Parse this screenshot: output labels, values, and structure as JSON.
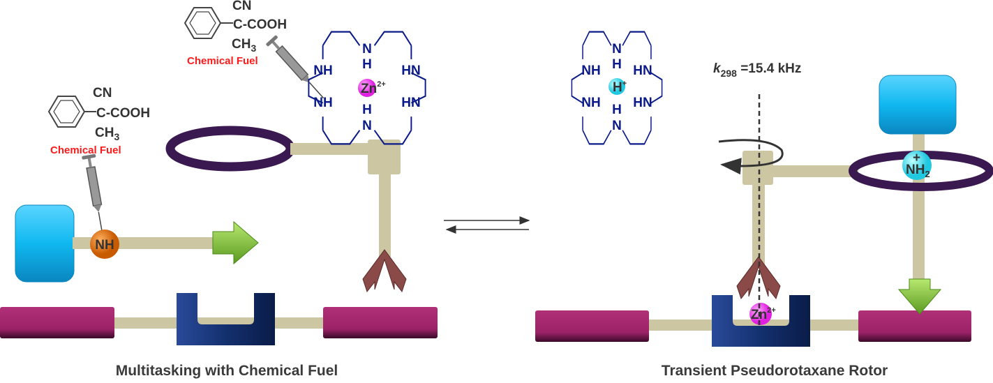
{
  "left_panel": {
    "caption": "Multitasking with Chemical Fuel",
    "fuel_lower": {
      "cn": "CN",
      "c_cooh": "C-COOH",
      "ch": "CH",
      "ch_sub": "3",
      "label": "Chemical Fuel"
    },
    "fuel_upper": {
      "cn": "CN",
      "c_cooh": "C-COOH",
      "ch": "CH",
      "ch_sub": "3",
      "label": "Chemical Fuel"
    },
    "amine_label": "NH",
    "cyclen": {
      "n_top": "N",
      "h_top": "H",
      "nh_left_top": "NH",
      "hn_right_top": "HN",
      "nh_left_bottom": "NH",
      "hn_right_bottom": "HN",
      "h_bottom": "H",
      "n_bottom": "N",
      "ion": "Zn",
      "ion_charge": "2+"
    }
  },
  "right_panel": {
    "caption": "Transient Pseudorotaxane Rotor",
    "rate": {
      "k": "k",
      "sub": "298",
      "value": " =15.4 kHz"
    },
    "ammonium": {
      "plus": "+",
      "nh": "NH",
      "sub": "2"
    },
    "bound_ion": {
      "ion": "Zn",
      "charge": "2+"
    },
    "cyclen": {
      "n_top": "N",
      "h_top": "H",
      "nh_left_top": "NH",
      "hn_right_top": "HN",
      "nh_left_bottom": "NH",
      "hn_right_bottom": "HN",
      "h_bottom": "H",
      "n_bottom": "N",
      "ion": "H",
      "ion_charge": "+"
    }
  },
  "colors": {
    "stopper": "#10b8f0",
    "ring": "#3a1850",
    "rod": "#cdc6a2",
    "track": "#9c2268",
    "station": "#13306e",
    "arrow": "#8cc63f",
    "amine": "#e87010",
    "zinc": "#ee44ee",
    "proton": "#40e0f0",
    "claw": "#8a4a48",
    "fuel": "#ff1a1a",
    "cyclen": "#0a1a8a"
  }
}
